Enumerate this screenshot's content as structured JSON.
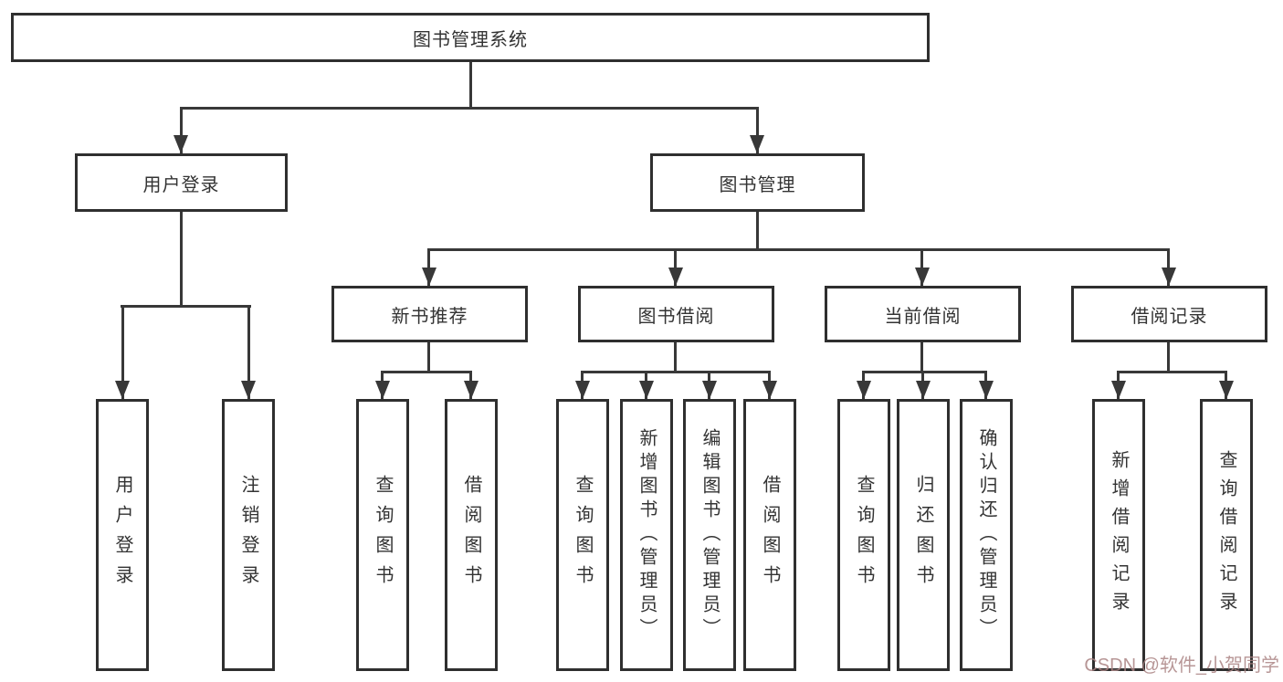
{
  "tree": {
    "label": "图书管理系统",
    "children": [
      {
        "label": "用户登录",
        "children": [
          {
            "label": "用户登录"
          },
          {
            "label": "注销登录"
          }
        ]
      },
      {
        "label": "图书管理",
        "children": [
          {
            "label": "新书推荐",
            "children": [
              {
                "label": "查询图书"
              },
              {
                "label": "借阅图书"
              }
            ]
          },
          {
            "label": "图书借阅",
            "children": [
              {
                "label": "查询图书"
              },
              {
                "label": "新增图书（管理员）"
              },
              {
                "label": "编辑图书（管理员）"
              },
              {
                "label": "借阅图书"
              }
            ]
          },
          {
            "label": "当前借阅",
            "children": [
              {
                "label": "查询图书"
              },
              {
                "label": "归还图书"
              },
              {
                "label": "确认归还（管理员）"
              }
            ]
          },
          {
            "label": "借阅记录",
            "children": [
              {
                "label": "新增借阅记录"
              },
              {
                "label": "查询借阅记录"
              }
            ]
          }
        ]
      }
    ]
  },
  "watermark": "CSDN @软件_小贺同学",
  "colors": {
    "line": "#383838",
    "box_border": "#2f2f2f",
    "text": "#333333",
    "watermark": "#aa8484"
  }
}
